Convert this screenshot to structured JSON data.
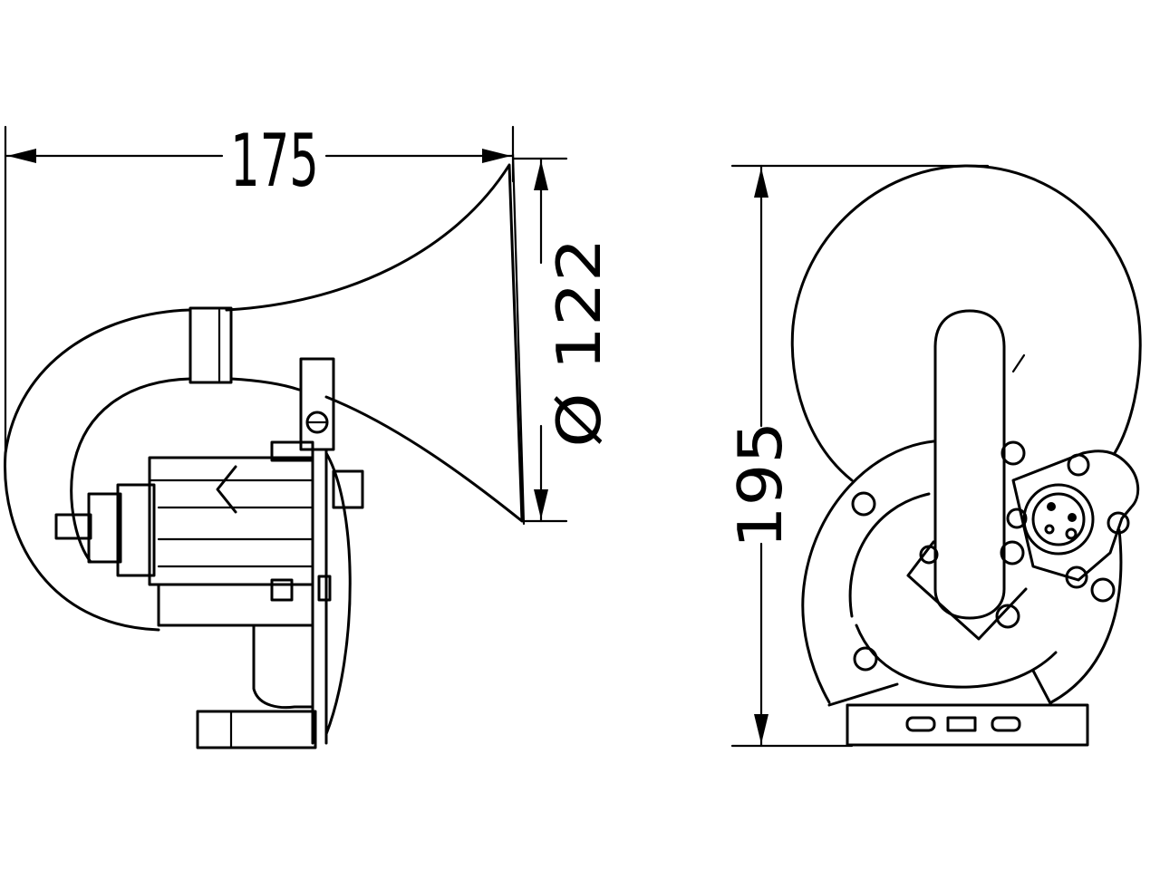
{
  "dimensions": {
    "length": "175",
    "diameter": "Ø 122",
    "height": "195"
  },
  "colors": {
    "line": "#000000",
    "background": "#ffffff"
  }
}
